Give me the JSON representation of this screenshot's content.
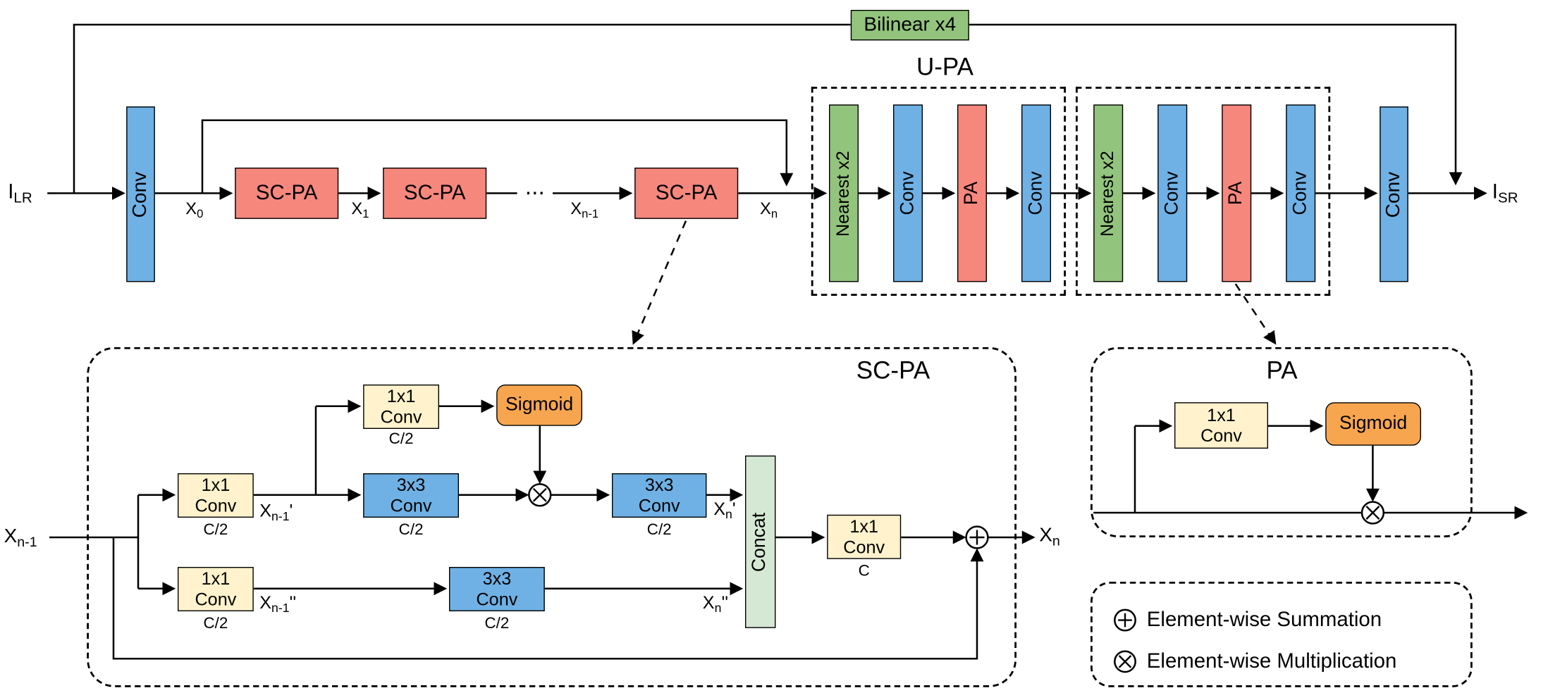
{
  "figure": {
    "bilinear_label": "Bilinear x4",
    "input_label": {
      "base": "I",
      "sub": "LR"
    },
    "output_label": {
      "base": "I",
      "sub": "SR"
    },
    "head_conv": "Conv",
    "tail_conv": "Conv",
    "scpa_blocks": [
      "SC-PA",
      "SC-PA",
      "SC-PA"
    ],
    "ellipsis": "...",
    "feature_labels": {
      "x0": {
        "base": "X",
        "sub": "0"
      },
      "x1": {
        "base": "X",
        "sub": "1"
      },
      "xn1": {
        "base": "X",
        "sub": "n-1"
      },
      "xn": {
        "base": "X",
        "sub": "n"
      }
    },
    "upa": {
      "title": "U-PA",
      "groups": [
        {
          "upsample": "Nearest x2",
          "conv_a": "Conv",
          "pa": "PA",
          "conv_b": "Conv"
        },
        {
          "upsample": "Nearest x2",
          "conv_a": "Conv",
          "pa": "PA",
          "conv_b": "Conv"
        }
      ]
    }
  },
  "scpa": {
    "title": "SC-PA",
    "input_label": {
      "base": "X",
      "sub": "n-1"
    },
    "top_conv": {
      "label": "1x1 Conv",
      "channels": "C/2"
    },
    "top_out_label": {
      "base": "X",
      "sub": "n-1",
      "prime": "'"
    },
    "attn_conv": {
      "label": "1x1 Conv",
      "channels": "C/2"
    },
    "sigmoid": "Sigmoid",
    "mid_conv1": {
      "label": "3x3 Conv",
      "channels": "C/2"
    },
    "mid_conv2": {
      "label": "3x3 Conv",
      "channels": "C/2"
    },
    "mid_out_label": {
      "base": "X",
      "sub": "n",
      "prime": "'"
    },
    "bottom_conv1": {
      "label": "1x1 Conv",
      "channels": "C/2"
    },
    "bottom_out_label": {
      "base": "X",
      "sub": "n-1",
      "prime": "''"
    },
    "bottom_conv2": {
      "label": "3x3 Conv",
      "channels": "C/2"
    },
    "bottom_out2_label": {
      "base": "X",
      "sub": "n",
      "prime": "''"
    },
    "concat": "Concat",
    "fuse_conv": {
      "label": "1x1 Conv",
      "channels": "C"
    },
    "output_label": {
      "base": "X",
      "sub": "n"
    }
  },
  "pa": {
    "title": "PA",
    "conv": {
      "label": "1x1 Conv"
    },
    "sigmoid": "Sigmoid"
  },
  "legend": {
    "items": [
      {
        "symbol": "circle-plus",
        "label": "Element-wise Summation"
      },
      {
        "symbol": "circle-times",
        "label": "Element-wise Multiplication"
      }
    ]
  },
  "colors": {
    "conv_blue": "#6FB1E5",
    "block_salmon": "#F5877D",
    "upsample_green": "#93C47D",
    "conv_cream": "#FFF2CC",
    "sigmoid_orange": "#F7A64F",
    "concat_green": "#D5E8D4",
    "line_black": "#000000"
  }
}
